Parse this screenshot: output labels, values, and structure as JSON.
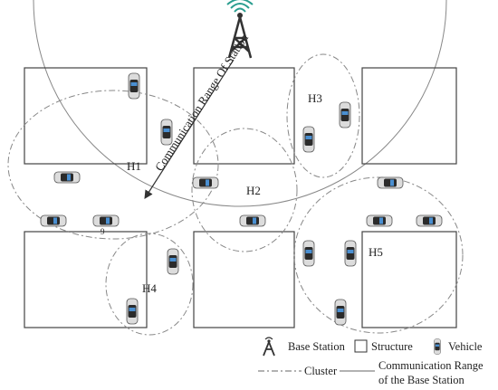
{
  "labels": {
    "range": "Communication Range Of Station",
    "h1": "H1",
    "h2": "H2",
    "h3": "H3",
    "h4": "H4",
    "h5": "H5",
    "nine": "9"
  },
  "legend": {
    "base_station": "Base Station",
    "structure": "Structure",
    "vehicle": "Vehicle",
    "cluster": "Cluster",
    "range_line1": "Communication Range",
    "range_line2": "of the Base Station"
  },
  "colors": {
    "line": "#777777",
    "tower": "#333333",
    "wave": "#2a9d8f",
    "vehicle_body": "#dcdcdc",
    "vehicle_dark": "#2b2b2b",
    "vehicle_accent": "#4a8fd1"
  }
}
